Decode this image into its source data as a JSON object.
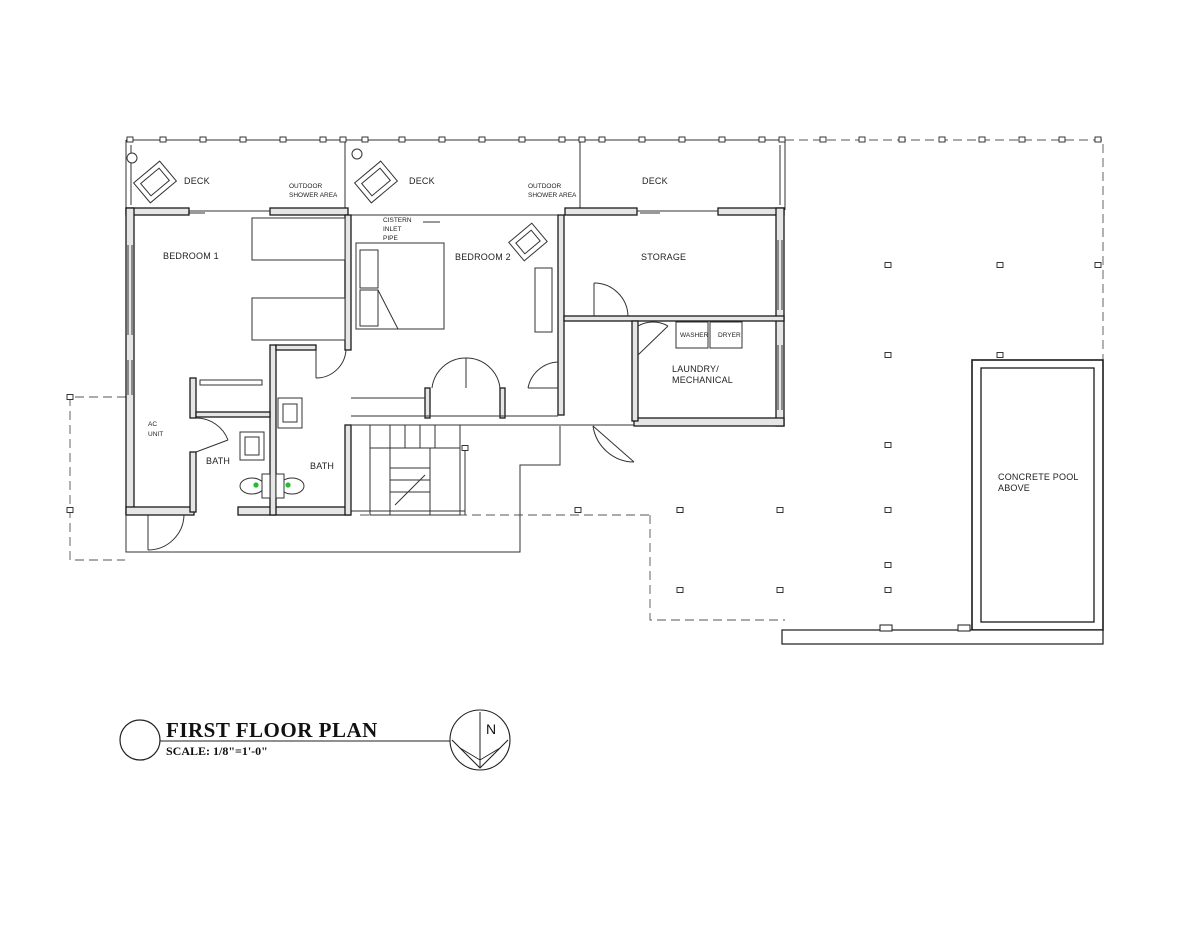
{
  "labels": {
    "deck_1": "DECK",
    "deck_2": "DECK",
    "deck_3": "DECK",
    "outdoor_shower_1": [
      "OUTDOOR",
      "SHOWER AREA"
    ],
    "outdoor_shower_2": [
      "OUTDOOR",
      "SHOWER AREA"
    ],
    "cistern": [
      "CISTERN",
      "INLET",
      "PIPE"
    ],
    "bedroom_1": "BEDROOM 1",
    "bedroom_2": "BEDROOM 2",
    "storage": "STORAGE",
    "washer": "WASHER",
    "dryer": "DRYER",
    "laundry": [
      "LAUNDRY/",
      "MECHANICAL"
    ],
    "ac_unit": [
      "AC",
      "UNIT"
    ],
    "bath_1": "BATH",
    "bath_2": "BATH",
    "pool": [
      "CONCRETE POOL",
      "ABOVE"
    ]
  },
  "title_block": {
    "title": "FIRST FLOOR PLAN",
    "scale": "SCALE: 1/8\"=1'-0\"",
    "north": "N"
  },
  "colors": {
    "line": "#1a1a1a",
    "wall_fill": "#e6e6e6",
    "toilet_accent": "#1fbf2f"
  }
}
